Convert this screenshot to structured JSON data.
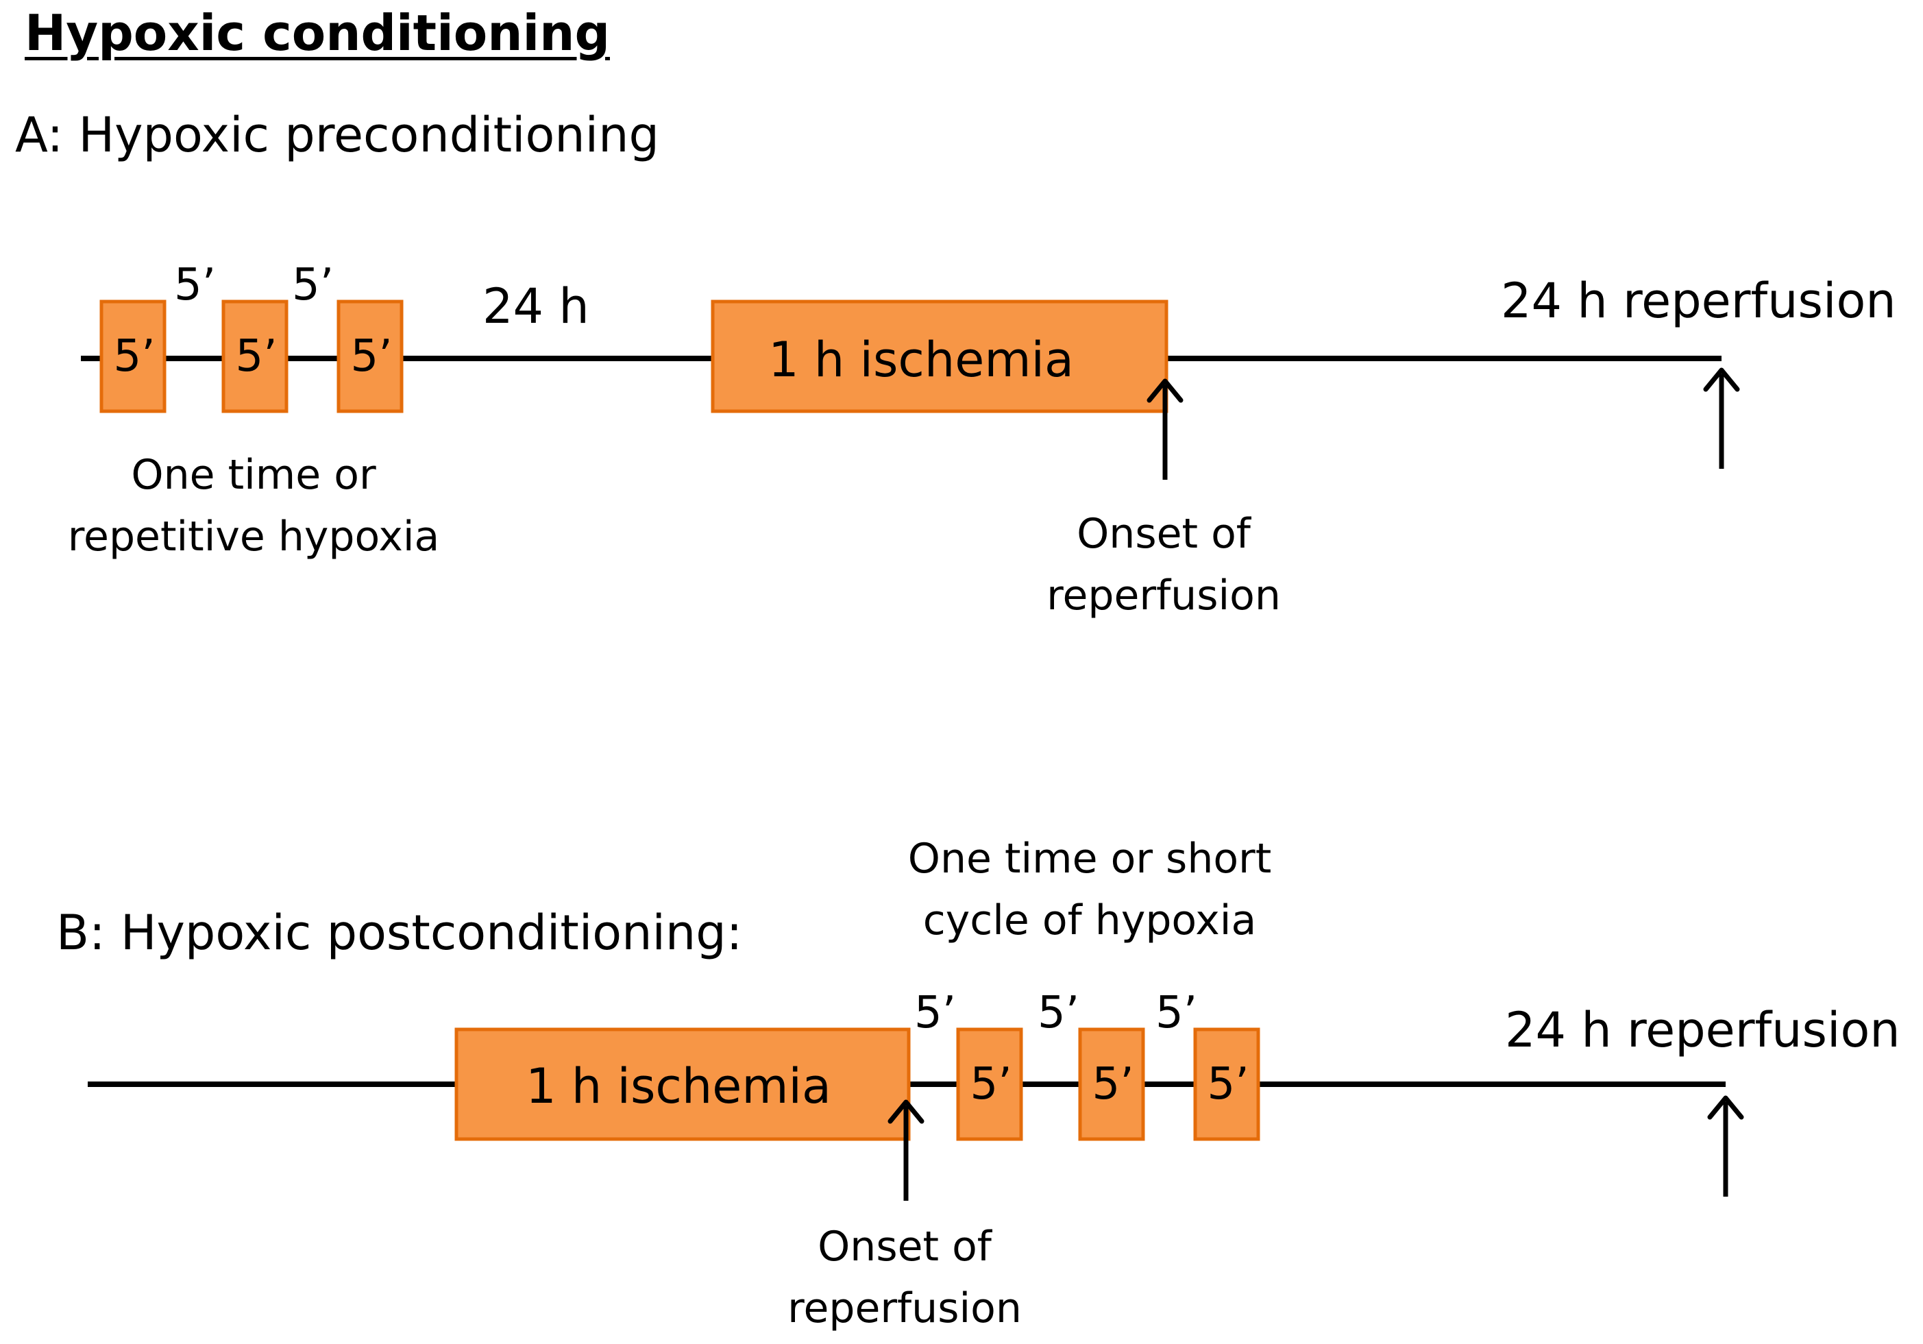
{
  "title": "Hypoxic conditioning",
  "panel_a": {
    "heading": "A: Hypoxic preconditioning",
    "hypoxia_box_label": "5’",
    "interval_label": "5’",
    "gap_label": "24 h",
    "ischemia_label": "1 h ischemia",
    "reperfusion_label": "24 h reperfusion",
    "hypoxia_note_line1": "One time or",
    "hypoxia_note_line2": "repetitive  hypoxia",
    "onset_line1": "Onset of",
    "onset_line2": "reperfusion"
  },
  "panel_b": {
    "heading": "B: Hypoxic postconditioning:",
    "hypoxia_note_line1": "One time or short",
    "hypoxia_note_line2": "cycle of hypoxia",
    "interval_label": "5’",
    "hypoxia_box_label": "5’",
    "ischemia_label": "1 h ischemia",
    "reperfusion_label": "24 h reperfusion",
    "onset_line1": "Onset of",
    "onset_line2": "reperfusion"
  },
  "colors": {
    "box_fill": "#F79646",
    "box_stroke": "#E46C0A",
    "line": "#000000"
  }
}
